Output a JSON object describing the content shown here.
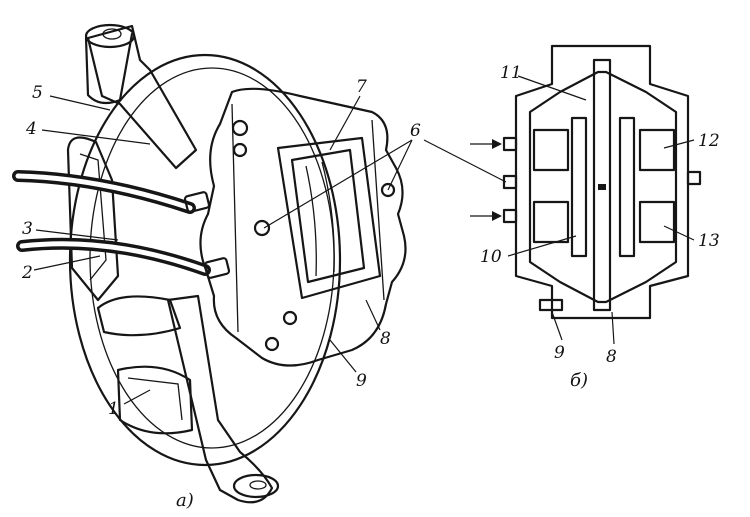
{
  "colors": {
    "caliper": "#f2ea2a",
    "ink": "#161616",
    "paper": "#ffffff"
  },
  "view_a": {
    "sublabel": "а)",
    "labels": [
      "1",
      "2",
      "3",
      "4",
      "5",
      "6",
      "7",
      "8",
      "9"
    ]
  },
  "view_b": {
    "sublabel": "б)",
    "labels": [
      "11",
      "12",
      "10",
      "13",
      "9",
      "8"
    ]
  }
}
